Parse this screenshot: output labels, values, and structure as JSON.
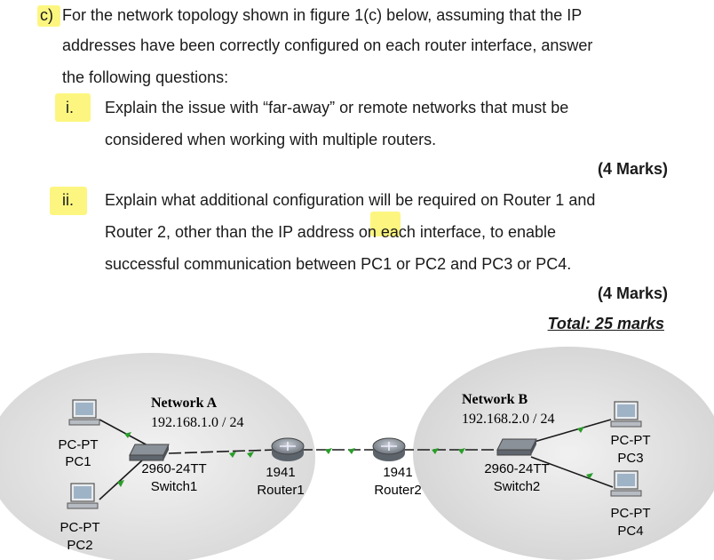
{
  "question": {
    "part_label": "c)",
    "intro_lines": [
      "For the network topology shown in figure 1(c) below, assuming that the IP",
      "addresses have been correctly configured on each router interface, answer",
      "the following questions:"
    ],
    "items": [
      {
        "numeral": "i.",
        "lines": [
          "Explain the issue with “far-away” or remote networks that must be",
          "considered when working with multiple routers."
        ],
        "marks": "(4 Marks)"
      },
      {
        "numeral": "ii.",
        "lines": [
          "Explain what additional configuration will be required on Router 1 and",
          "Router 2, other than the IP address on each interface, to enable",
          "successful communication between PC1 or PC2 and PC3 or PC4."
        ],
        "marks": "(4 Marks)"
      }
    ],
    "total": "Total: 25 marks"
  },
  "diagram": {
    "network_a": {
      "name": "Network A",
      "subnet": "192.168.1.0 / 24"
    },
    "network_b": {
      "name": "Network B",
      "subnet": "192.168.2.0 / 24"
    },
    "pc1": {
      "type": "PC-PT",
      "name": "PC1"
    },
    "pc2": {
      "type": "PC-PT",
      "name": "PC2"
    },
    "pc3": {
      "type": "PC-PT",
      "name": "PC3"
    },
    "pc4": {
      "type": "PC-PT",
      "name": "PC4"
    },
    "switch1": {
      "model": "2960-24TT",
      "name": "Switch1"
    },
    "switch2": {
      "model": "2960-24TT",
      "name": "Switch2"
    },
    "router1": {
      "model": "1941",
      "name": "Router1"
    },
    "router2": {
      "model": "1941",
      "name": "Router2"
    }
  },
  "colors": {
    "highlight": "#fbf46a",
    "cloud": "#e6e6e6",
    "link": "#1a1a1a"
  }
}
